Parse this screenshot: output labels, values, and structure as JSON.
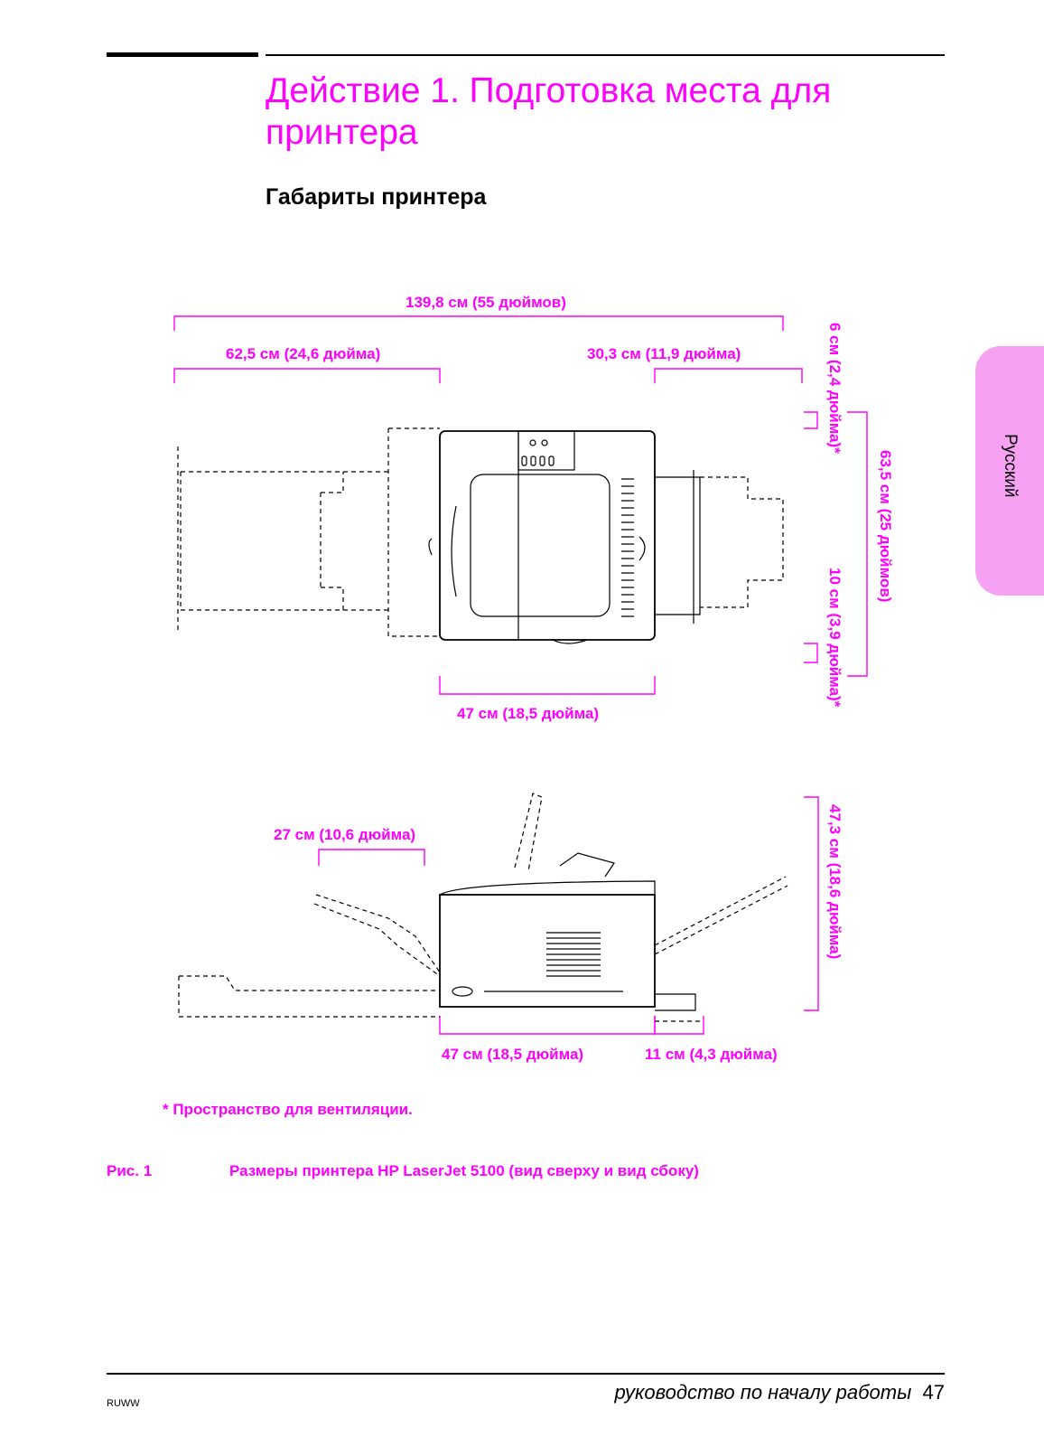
{
  "header": {
    "title": "Действие 1. Подготовка места для принтера",
    "section": "Габариты принтера"
  },
  "side_tab": {
    "label": "Русский",
    "color": "#f7a1f2"
  },
  "figure": {
    "top_view": {
      "overall_width": "139,8 см (55 дюймов)",
      "left_clearance": "62,5 см (24,6 дюйма)",
      "right_clearance": "30,3 см (11,9 дюйма)",
      "body_width": "47 см (18,5 дюйма)",
      "top_vent": "6 см (2,4 дюйма)*",
      "depth": "63,5 см (25 дюймов)",
      "bottom_vent": "10 см (3,9 дюйма)*"
    },
    "side_view": {
      "input_clearance": "27 см (10,6 дюйма)",
      "height": "47,3 см (18,6 дюйма)",
      "body_depth": "47 см (18,5 дюйма)",
      "rear_clearance": "11 см (4,3 дюйма)"
    },
    "footnote": "* Пространство для вентиляции.",
    "number": "Рис. 1",
    "caption": "Размеры принтера HP LaserJet 5100 (вид сверху и вид сбоку)",
    "accent_color": "#ff00ff"
  },
  "footer": {
    "code": "RUWW",
    "book": "руководство по началу работы",
    "page": "47"
  }
}
